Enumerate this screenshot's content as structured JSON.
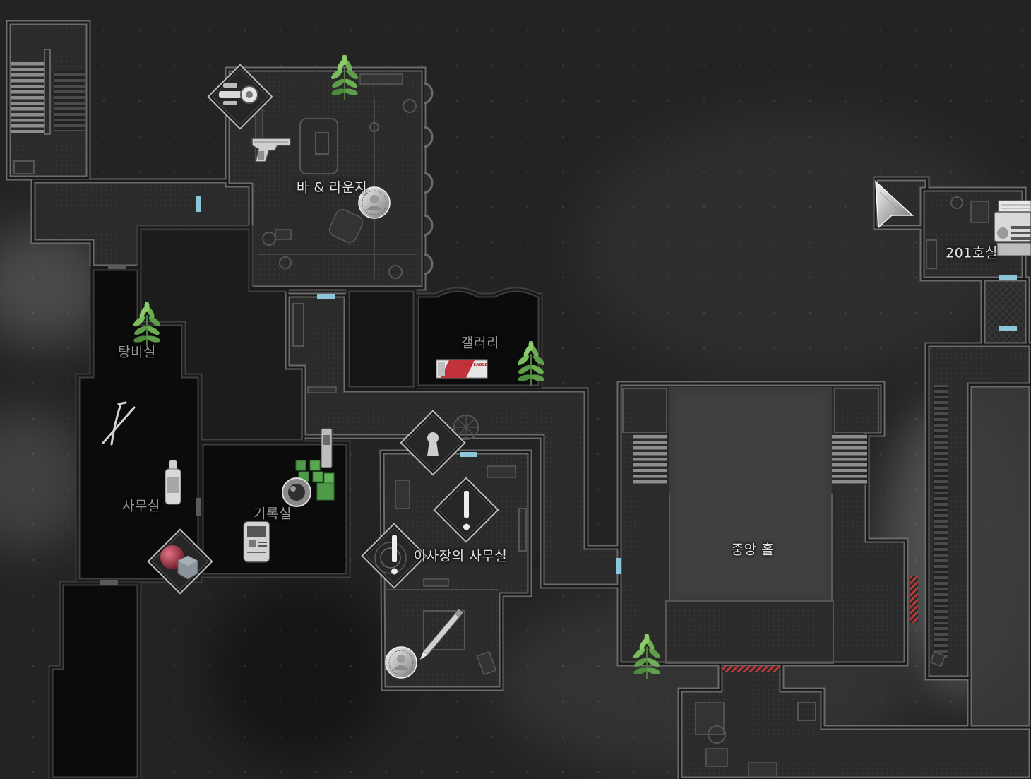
{
  "rooms": {
    "bar_lounge": "바 & 라운지",
    "room_201": "201호실",
    "gallery": "갤러리",
    "pantry": "탕비실",
    "office": "사무실",
    "archive": "기록실",
    "chairman_office": "이사장의 사무실",
    "central_hall": "중앙 홀"
  },
  "items": {
    "cigarette_pack_label": "RED EAGLE"
  },
  "icons": [
    "safe-icon",
    "handgun-icon",
    "herb-icon",
    "coin-icon",
    "lockpick-icon",
    "bottle-icon",
    "sphere-cube-icon",
    "vial-icon",
    "blocks-icon",
    "lens-icon",
    "document-bag-icon",
    "cigarette-pack-icon",
    "keyhole-icon",
    "exclamation-icon",
    "pencil-icon",
    "typewriter-icon",
    "cursor-arrow-icon"
  ],
  "colors": {
    "background": "#232323",
    "room_fill": "#2b2b2b",
    "unexplored_fill": "#0b0b0b",
    "wall": "#6b6b6b",
    "door_open": "#8cc6da",
    "door_locked_red": "#b8393c",
    "herb_green": "#6db053",
    "label_text": "#e2e2e2"
  }
}
